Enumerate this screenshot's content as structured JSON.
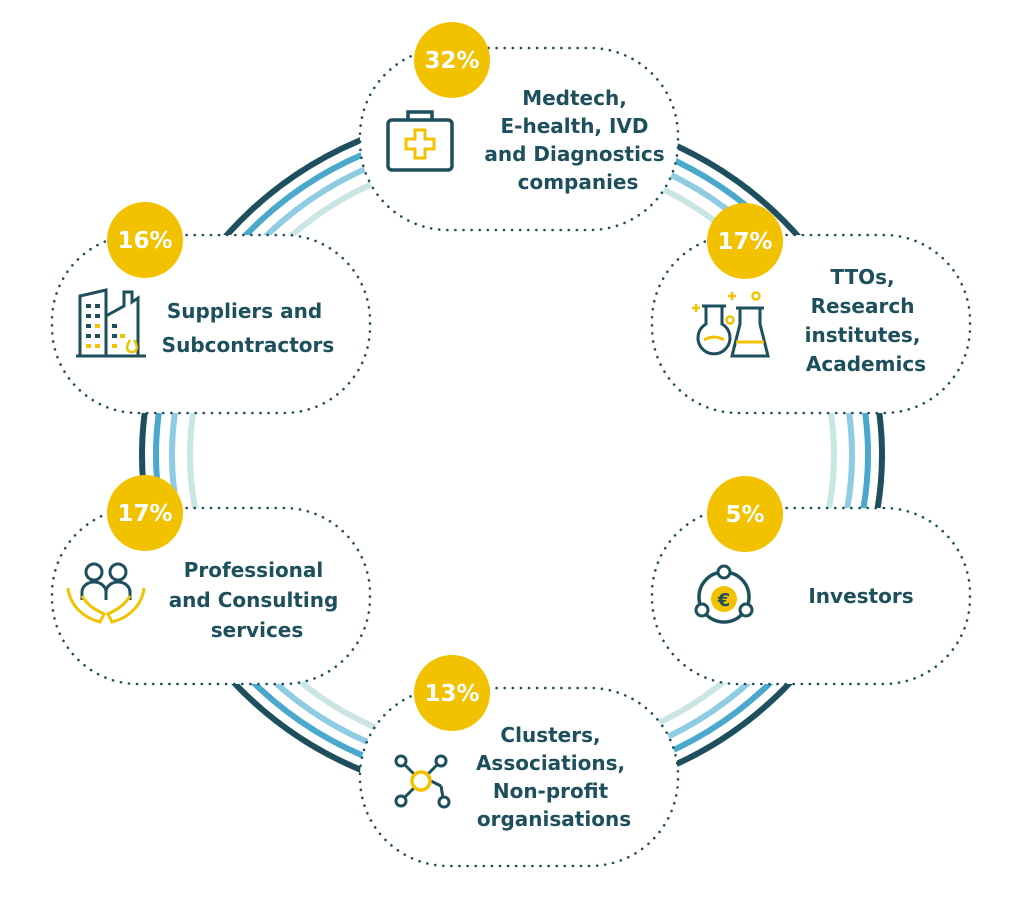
{
  "colors": {
    "dark": "#1d4f5c",
    "mid": "#49a8cc",
    "light": "#8fcbe3",
    "pale": "#c9e6e4",
    "accent": "#f2c200",
    "badge_text": "#ffffff"
  },
  "segments": [
    {
      "id": "medtech",
      "percent": "32%",
      "value": 32,
      "icon": "medical-kit-icon",
      "label_lines": [
        "Medtech,",
        "E-health, IVD",
        "and Diagnostics",
        "companies"
      ]
    },
    {
      "id": "ttos",
      "percent": "17%",
      "value": 17,
      "icon": "lab-flasks-icon",
      "label_lines": [
        "TTOs,",
        "Research",
        "institutes,",
        "Academics"
      ]
    },
    {
      "id": "investors",
      "percent": "5%",
      "value": 5,
      "icon": "euro-cycle-icon",
      "label_lines": [
        "Investors"
      ]
    },
    {
      "id": "clusters",
      "percent": "13%",
      "value": 13,
      "icon": "network-nodes-icon",
      "label_lines": [
        "Clusters,",
        "Associations,",
        "Non-profit",
        "organisations"
      ]
    },
    {
      "id": "professional",
      "percent": "17%",
      "value": 17,
      "icon": "people-in-hands-icon",
      "label_lines": [
        "Professional",
        "and Consulting",
        "services"
      ]
    },
    {
      "id": "suppliers",
      "percent": "16%",
      "value": 16,
      "icon": "factory-buildings-icon",
      "label_lines": [
        "Suppliers and",
        "Subcontractors"
      ]
    }
  ]
}
